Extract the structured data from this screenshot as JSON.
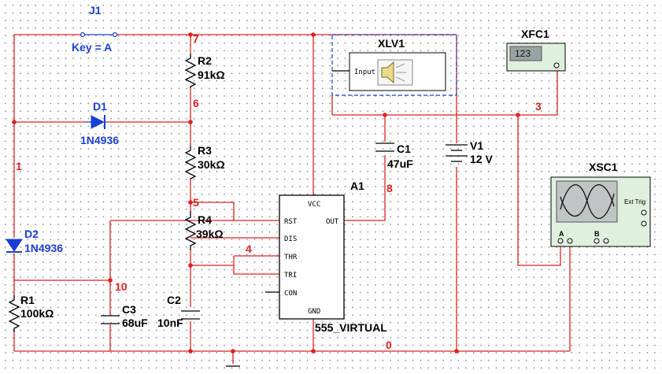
{
  "components": {
    "switch": {
      "ref": "J1",
      "key_label": "Key = A"
    },
    "r1": {
      "ref": "R1",
      "value": "100kΩ"
    },
    "r2": {
      "ref": "R2",
      "value": "91kΩ"
    },
    "r3": {
      "ref": "R3",
      "value": "30kΩ"
    },
    "r4": {
      "ref": "R4",
      "value": "39kΩ"
    },
    "c1": {
      "ref": "C1",
      "value": "47uF"
    },
    "c2": {
      "ref": "C2",
      "value": "10nF"
    },
    "c3": {
      "ref": "C3",
      "value": "68uF"
    },
    "d1": {
      "ref": "D1",
      "part": "1N4936"
    },
    "d2": {
      "ref": "D2",
      "part": "1N4936"
    },
    "v1": {
      "ref": "V1",
      "value": "12 V"
    },
    "a1": {
      "ref": "A1",
      "part": "555_VIRTUAL",
      "pins": {
        "vcc": "VCC",
        "rst": "RST",
        "dis": "DIS",
        "thr": "THR",
        "tri": "TRI",
        "con": "CON",
        "gnd": "GND",
        "out": "OUT"
      }
    },
    "xlv1": {
      "ref": "XLV1",
      "input_label": "Input"
    },
    "xfc1": {
      "ref": "XFC1",
      "display": "123"
    },
    "xsc1": {
      "ref": "XSC1",
      "ext_trig": "Ext Trig",
      "channel_a": "A",
      "channel_b": "B"
    }
  },
  "nets": {
    "n0": "0",
    "n1": "1",
    "n3": "3",
    "n4": "4",
    "n5": "5",
    "n6": "6",
    "n7": "7",
    "n8": "8",
    "n10": "10"
  },
  "colors": {
    "wire": "#e02020",
    "component": "#000000",
    "diode": "#1a3fd6",
    "instrument_fill": "#dff0df",
    "probe_box": "#1a3fd6"
  }
}
